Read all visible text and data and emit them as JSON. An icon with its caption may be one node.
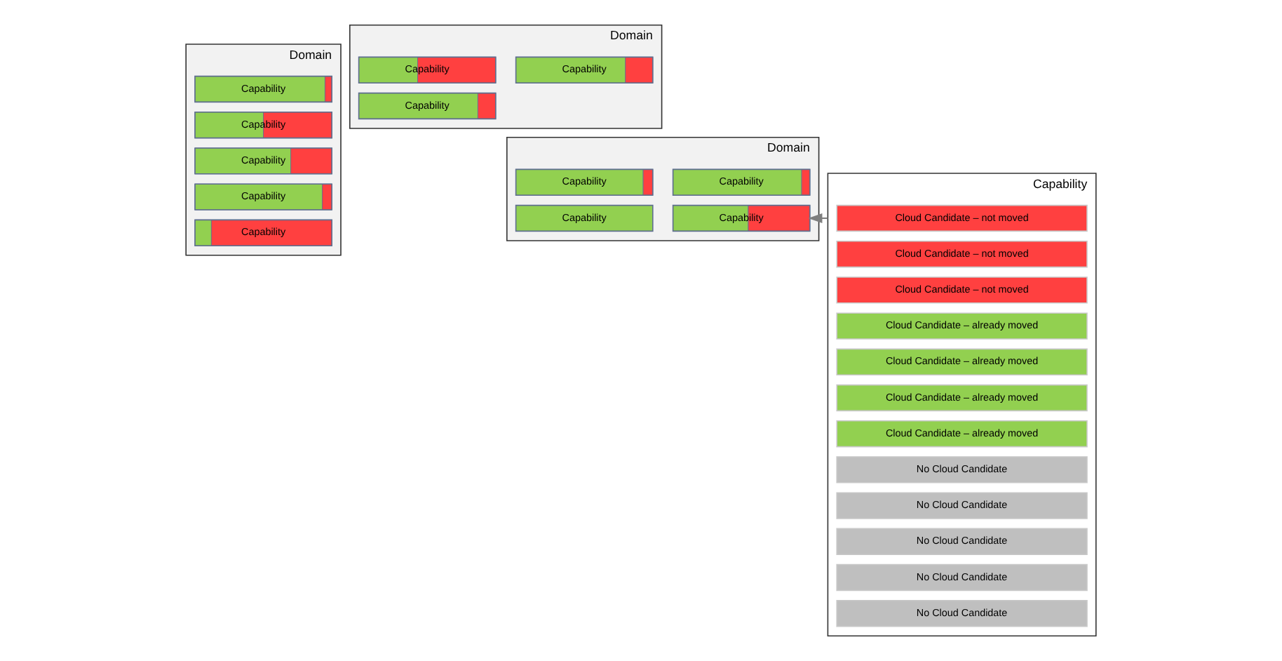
{
  "diagram": {
    "nodes": [
      {
        "text": [
          "Domain"
        ]
      },
      {
        "text": [
          "Capability"
        ],
        "in": 0
      },
      {
        "text": [
          "Capability"
        ],
        "in": 0
      },
      {
        "text": [
          "Capability"
        ],
        "in": 0
      },
      {
        "text": [
          "Capability"
        ],
        "in": 0
      },
      {
        "text": [
          "Capability"
        ],
        "in": 0
      },
      {
        "text": [
          "Domain"
        ]
      },
      {
        "text": [
          "Capability"
        ],
        "in": 6
      },
      {
        "text": [
          "Capability"
        ],
        "in": 6
      },
      {
        "text": [
          "Capability"
        ],
        "in": 6
      },
      {
        "text": [
          "Capability"
        ],
        "in": 6
      },
      {
        "text": [
          "Domain"
        ]
      },
      {
        "text": [
          "Capability"
        ],
        "in": 11
      },
      {
        "text": [
          "Capability"
        ],
        "in": 11
      },
      {
        "text": [
          "Capability"
        ],
        "in": 11
      },
      {
        "text": [
          "Capability"
        ]
      },
      {
        "text": [
          "Cloud Candidate – not moved"
        ],
        "in": 15
      },
      {
        "text": [
          "Cloud Candidate – not moved"
        ],
        "in": 15
      },
      {
        "text": [
          "Cloud Candidate – not moved"
        ],
        "in": 15
      },
      {
        "text": [
          "Cloud Candidate – already moved"
        ],
        "in": 15
      },
      {
        "text": [
          "Cloud Candidate – already moved"
        ],
        "in": 15
      },
      {
        "text": [
          "Cloud Candidate – already moved"
        ],
        "in": 15
      },
      {
        "text": [
          "Cloud Candidate – already moved"
        ],
        "in": 15
      },
      {
        "text": [
          "No Cloud Candidate"
        ],
        "in": 15
      },
      {
        "text": [
          "No Cloud Candidate"
        ],
        "in": 15
      },
      {
        "text": [
          "No Cloud Candidate"
        ],
        "in": 15
      },
      {
        "text": [
          "No Cloud Candidate"
        ],
        "in": 15
      },
      {
        "text": [
          "No Cloud Candidate"
        ],
        "in": 15
      }
    ],
    "edges": [
      {
        "from": 15,
        "to": 8,
        "arrow": "to"
      }
    ]
  }
}
